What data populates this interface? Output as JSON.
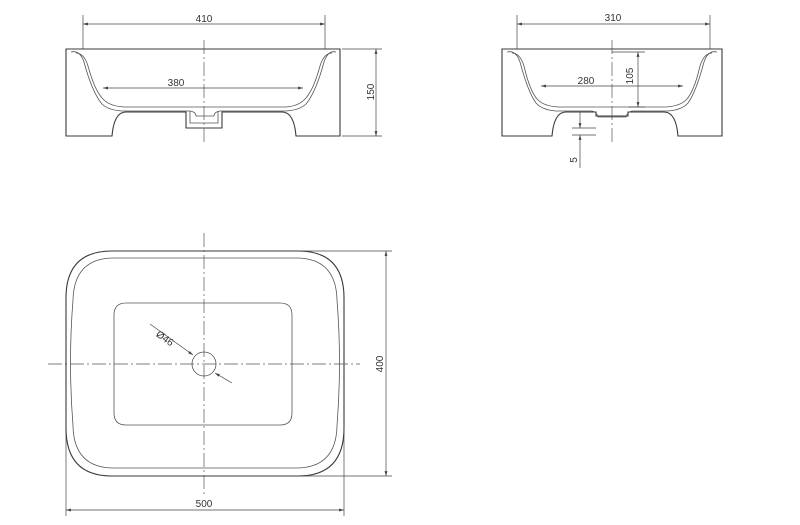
{
  "dimensions": {
    "front_width": "410",
    "front_inner_width": "380",
    "front_height": "150",
    "side_width": "310",
    "side_inner_width": "280",
    "side_inner_height": "105",
    "side_base_offset": "5",
    "plan_drain_diameter": "Ø46",
    "plan_depth": "400",
    "plan_width": "500"
  }
}
